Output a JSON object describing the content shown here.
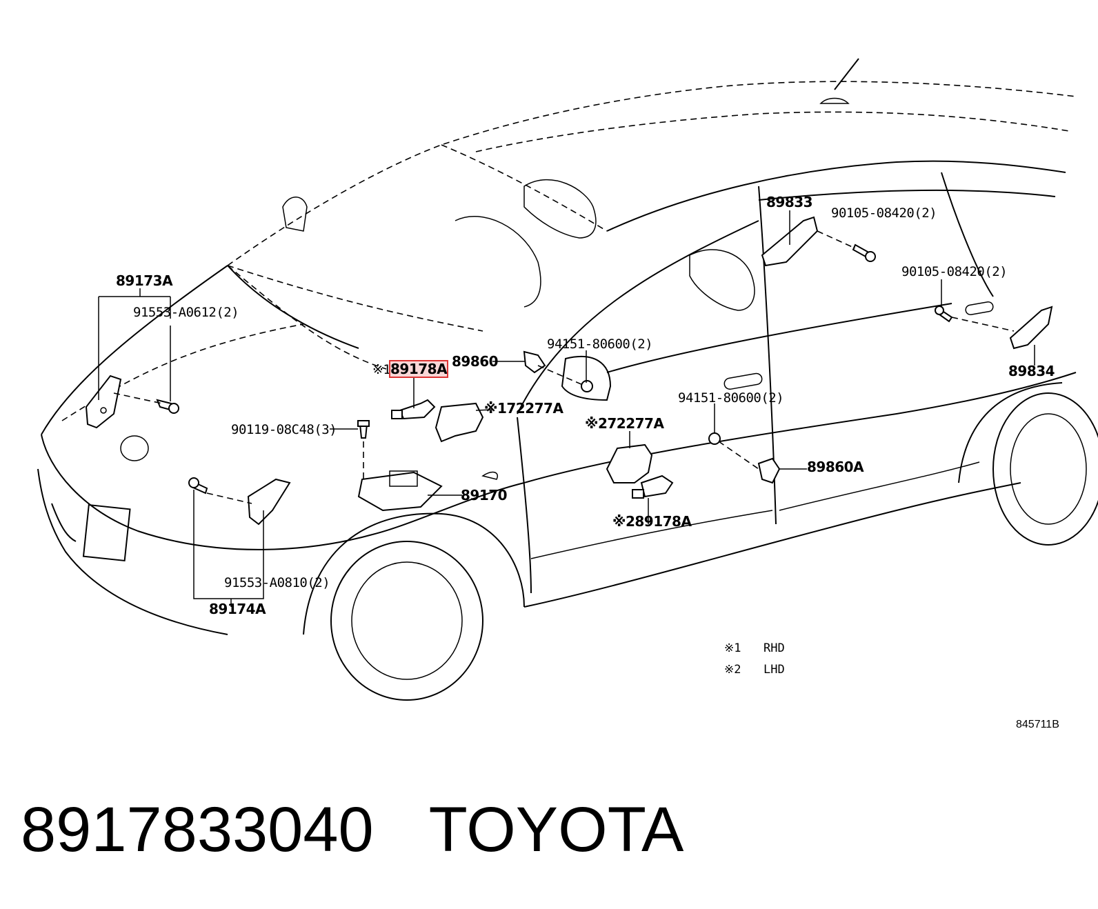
{
  "diagram": {
    "labels": {
      "p89173A": "89173A",
      "p91553_A0612": "91553-A0612(2)",
      "p89178A_1": "89178A",
      "mark1_a": "※1",
      "p89860": "89860",
      "p94151_a": "94151-80600(2)",
      "p72277A_1": "※172277A",
      "p90119": "90119-08C48(3)",
      "p72277A_2": "※272277A",
      "p94151_b": "94151-80600(2)",
      "p89170": "89170",
      "p89860A": "89860A",
      "p89178A_2": "※289178A",
      "p91553_A0810": "91553-A0810(2)",
      "p89174A": "89174A",
      "p89833": "89833",
      "p90105_a": "90105-08420(2)",
      "p90105_b": "90105-08420(2)",
      "p89834": "89834"
    },
    "legend": {
      "rhd_mark": "※1",
      "rhd": "RHD",
      "lhd_mark": "※2",
      "lhd": "LHD"
    },
    "ref_code": "845711B"
  },
  "footer": {
    "part_number": "8917833040",
    "brand": "TOYOTA"
  }
}
